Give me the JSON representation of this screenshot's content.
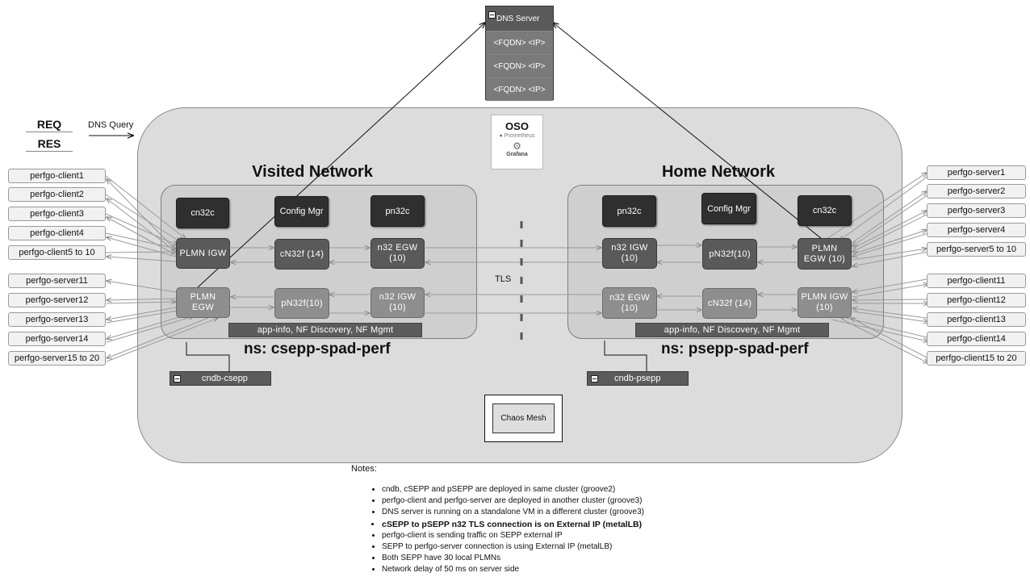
{
  "dns_server": {
    "title": "DNS Server",
    "rows": [
      "<FQDN>  <IP>",
      "<FQDN>  <IP>",
      "<FQDN>  <IP>"
    ]
  },
  "legend": {
    "req": "REQ",
    "res": "RES",
    "dns_query": "DNS Query"
  },
  "oso": {
    "title": "OSO",
    "prometheus": "Prometheus",
    "grafana": "Grafana"
  },
  "visited": {
    "title": "Visited Network",
    "ns": "ns: csepp-spad-perf",
    "cn32c": "cn32c",
    "config_mgr": "Config Mgr",
    "pn32c": "pn32c",
    "plmn_igw": "PLMN IGW",
    "cn32f": "cN32f (14)",
    "n32_egw": "n32 EGW\n(10)",
    "plmn_egw": "PLMN\nEGW",
    "pn32f": "pN32f(10)",
    "n32_igw": "n32 IGW\n(10)",
    "app_info": "app-info, NF Discovery, NF Mgmt",
    "db": "cndb-csepp"
  },
  "home": {
    "title": "Home Network",
    "ns": "ns: psepp-spad-perf",
    "pn32c": "pn32c",
    "config_mgr": "Config Mgr",
    "cn32c": "cn32c",
    "n32_igw": "n32 IGW\n(10)",
    "pn32f": "pN32f(10)",
    "plmn_egw": "PLMN\nEGW (10)",
    "n32_egw": "n32 EGW\n(10)",
    "cn32f": "cN32f (14)",
    "plmn_igw": "PLMN IGW\n(10)",
    "app_info": "app-info, NF Discovery, NF Mgmt",
    "db": "cndb-psepp"
  },
  "tls": "TLS",
  "chaos_mesh": "Chaos Mesh",
  "left_clients": [
    "perfgo-client1",
    "perfgo-client2",
    "perfgo-client3",
    "perfgo-client4",
    "perfgo-client5 to 10"
  ],
  "left_servers": [
    "perfgo-server11",
    "perfgo-server12",
    "perfgo-server13",
    "perfgo-server14",
    "perfgo-server15 to 20"
  ],
  "right_servers": [
    "perfgo-server1",
    "perfgo-server2",
    "perfgo-server3",
    "perfgo-server4",
    "perfgo-server5 to 10"
  ],
  "right_clients": [
    "perfgo-client11",
    "perfgo-client12",
    "perfgo-client13",
    "perfgo-client14",
    "perfgo-client15 to 20"
  ],
  "notes": {
    "heading": "Notes:",
    "items": [
      "cndb, cSEPP and pSEPP are deployed in same cluster (groove2)",
      "perfgo-client and perfgo-server are deployed in another cluster (groove3)",
      "DNS server is running on a standalone VM in a different cluster (groove3)",
      "cSEPP to pSEPP n32 TLS connection is on External IP (metalLB)",
      "perfgo-client is sending traffic on SEPP external IP",
      "SEPP to perfgo-server connection is using External IP (metalLB)",
      "Both SEPP have 30 local PLMNs",
      "Network delay of 50 ms on server side"
    ]
  }
}
